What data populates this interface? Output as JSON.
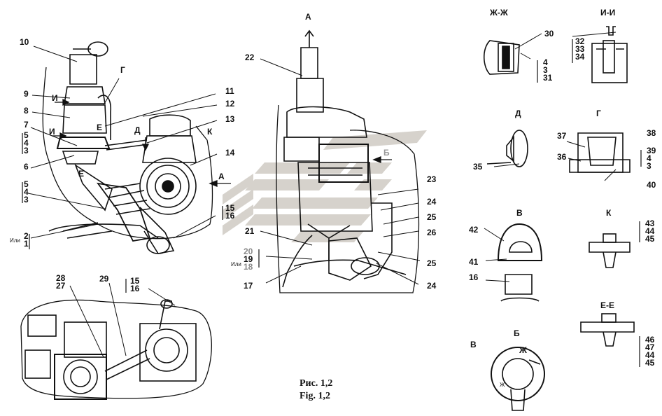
{
  "caption": {
    "ru": "Рис. 1,2",
    "en": "Fig. 1,2"
  },
  "views": {
    "a": "А",
    "zh": "Ж-Ж",
    "i": "И-И",
    "d": "Д",
    "g": "Г",
    "v": "В",
    "k": "К",
    "b": "Б",
    "e": "Е-Е"
  },
  "arrows": {
    "a": "А",
    "b": "Б",
    "d": "Д",
    "k": "К",
    "g": "Г",
    "i_top": "И",
    "i_bottom": "И",
    "e_top": "Е",
    "e_bottom": "Е",
    "v": "В",
    "zh_top": "Ж",
    "zh_bottom": "Ж"
  },
  "alt_word": "Или",
  "labels": {
    "n1": "1",
    "n2": "2",
    "n3a": "3",
    "n3b": "3",
    "n4a": "4",
    "n4b": "4",
    "n5a": "5",
    "n5b": "5",
    "n6": "6",
    "n7": "7",
    "n8": "8",
    "n9": "9",
    "n10": "10",
    "n11": "11",
    "n12": "12",
    "n13": "13",
    "n14": "14",
    "n15a": "15",
    "n16a": "16",
    "n15b": "15",
    "n16b": "16",
    "n17": "17",
    "n18": "18",
    "n19": "19",
    "n20": "20",
    "n21": "21",
    "n22": "22",
    "n23": "23",
    "n24a": "24",
    "n24b": "24",
    "n25a": "25",
    "n25b": "25",
    "n26": "26",
    "n27": "27",
    "n28": "28",
    "n29": "29",
    "n30": "30",
    "n31": "31",
    "zh3": "3",
    "zh4": "4",
    "n32": "32",
    "n33": "33",
    "n34": "34",
    "n35": "35",
    "n36": "36",
    "n37": "37",
    "n38": "38",
    "n39": "39",
    "g4": "4",
    "g3": "3",
    "n40": "40",
    "n41": "41",
    "n42": "42",
    "v16": "16",
    "k43": "43",
    "k44": "44",
    "k45": "45",
    "e46": "46",
    "e47": "47",
    "e44": "44",
    "e45": "45"
  }
}
